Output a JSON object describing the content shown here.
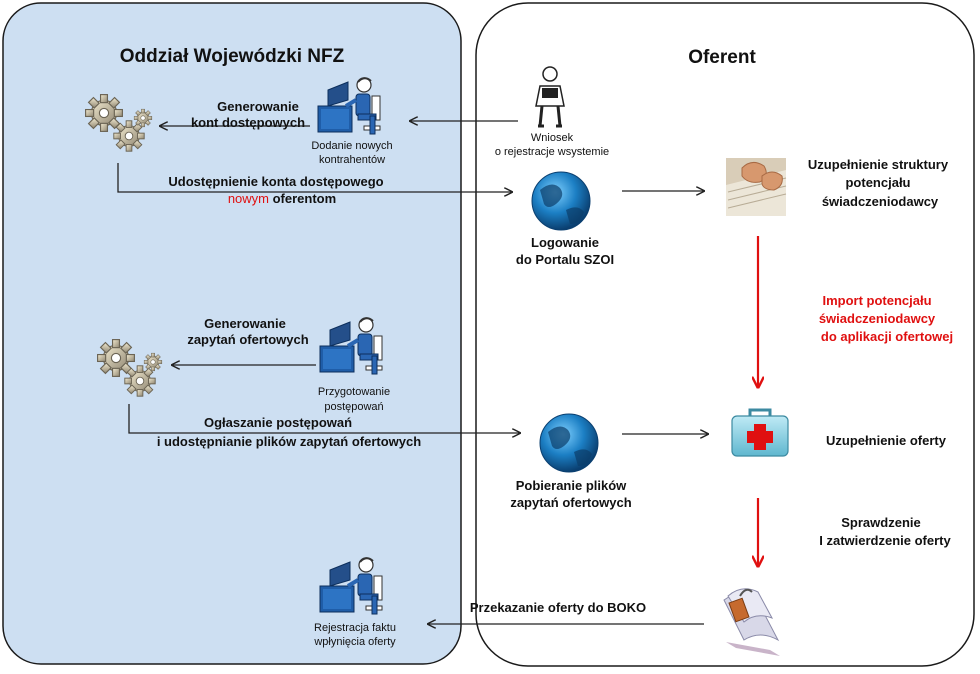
{
  "left_panel": {
    "title": "Oddział Wojewódzki NFZ",
    "fill": "#cddff2",
    "gen_kont_1": "Generowanie",
    "gen_kont_2": "kont dostępowych",
    "dodanie_1": "Dodanie nowych",
    "dodanie_2": "kontrahentów",
    "udost_1": "Udostępnienie konta dostępowego",
    "udost_2a": "nowym",
    "udost_2b": " oferentom",
    "gen_zap_1": "Generowanie",
    "gen_zap_2": "zapytań ofertowych",
    "przyg_1": "Przygotowanie",
    "przyg_2": "postępowań",
    "oglasz_1": "Ogłaszanie postępowań",
    "oglasz_2": "i udostępnianie plików zapytań ofertowych",
    "rejestr_1": "Rejestracja faktu",
    "rejestr_2": "wpłynięcia oferty"
  },
  "right_panel": {
    "title": "Oferent",
    "wniosek_1": "Wniosek",
    "wniosek_2": "o rejestracje wsystemie",
    "logowanie_1": "Logowanie",
    "logowanie_2": "do Portalu SZOI",
    "uzup_str_1": "Uzupełnienie struktury",
    "uzup_str_2": "potencjału",
    "uzup_str_3": "świadczeniodawcy",
    "import_1": "Import potencjału",
    "import_2": "świadczeniodawcy",
    "import_3": "do aplikacji ofertowej",
    "uzup_oferty": "Uzupełnienie oferty",
    "pobieranie_1": "Pobieranie plików",
    "pobieranie_2": "zapytań ofertowych",
    "sprawdz_1": "Sprawdzenie",
    "sprawdz_2": "I zatwierdzenie oferty",
    "przekaz": "Przekazanie oferty do BOKO"
  },
  "colors": {
    "accent_red": "#e01010",
    "arrow_black": "#222222",
    "panel_border": "#1a1a1a"
  },
  "icons": [
    "gears-icon",
    "computer-worker-icon",
    "person-icon",
    "globe-icon",
    "keyboard-hands-icon",
    "first-aid-kit-icon",
    "document-stack-icon"
  ]
}
